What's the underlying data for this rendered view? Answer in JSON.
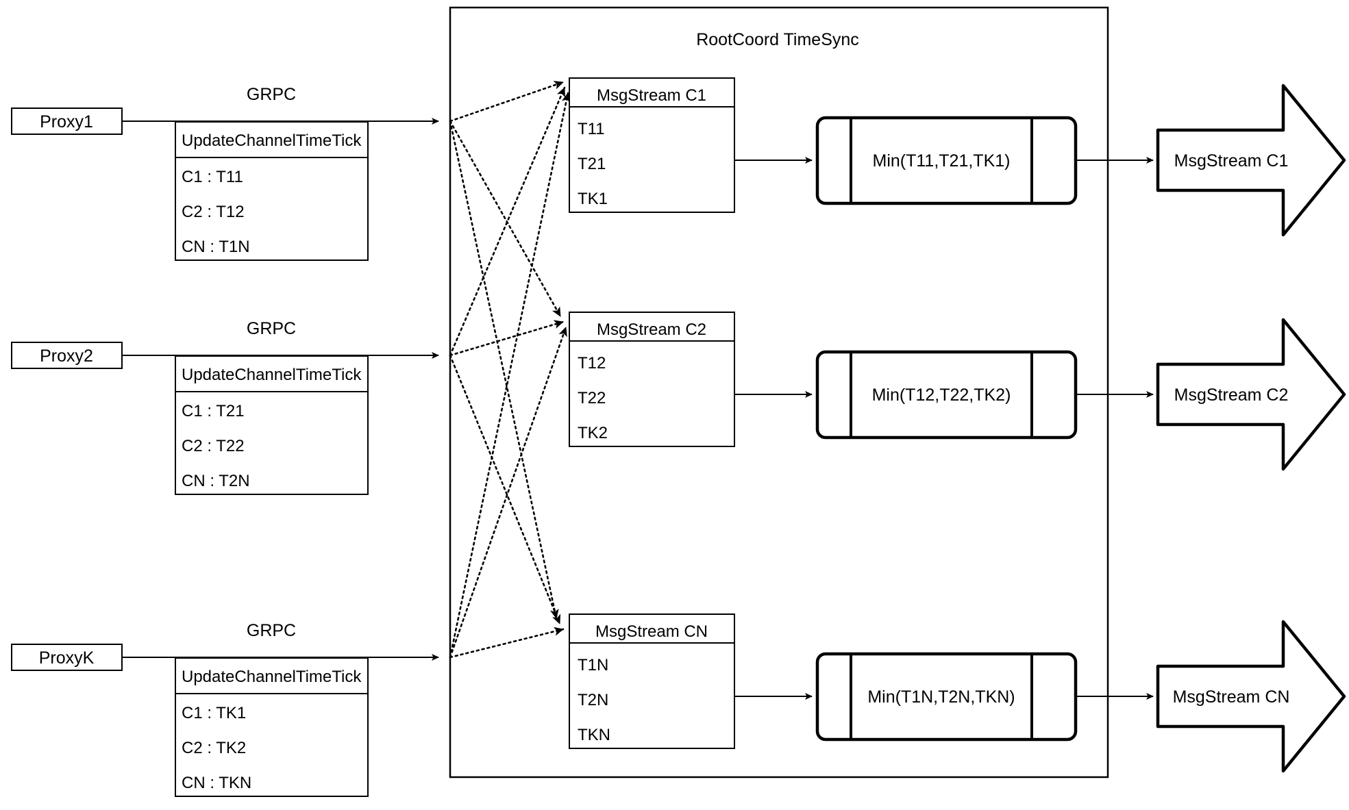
{
  "diagram": {
    "container_title": "RootCoord TimeSync",
    "grpc_label": "GRPC",
    "rpc_header": "UpdateChannelTimeTick",
    "proxies": [
      {
        "name": "Proxy1",
        "rpc_rows": [
          "C1 :  T11",
          "C2 :  T12",
          "CN : T1N"
        ]
      },
      {
        "name": "Proxy2",
        "rpc_rows": [
          "C1 :  T21",
          "C2 :  T22",
          "CN : T2N"
        ]
      },
      {
        "name": "ProxyK",
        "rpc_rows": [
          "C1 :  TK1",
          "C2 :  TK2",
          "CN : TKN"
        ]
      }
    ],
    "channels": [
      {
        "stream_title": "MsgStream C1",
        "ticks": [
          "T11",
          "T21",
          "TK1"
        ],
        "min_label": "Min(T11,T21,TK1)",
        "output_label": "MsgStream C1"
      },
      {
        "stream_title": "MsgStream C2",
        "ticks": [
          "T12",
          "T22",
          "TK2"
        ],
        "min_label": "Min(T12,T22,TK2)",
        "output_label": "MsgStream C2"
      },
      {
        "stream_title": "MsgStream CN",
        "ticks": [
          "T1N",
          "T2N",
          "TKN"
        ],
        "min_label": "Min(T1N,T2N,TKN)",
        "output_label": "MsgStream CN"
      }
    ],
    "colors": {
      "stroke": "#000000",
      "fill": "#ffffff"
    }
  }
}
